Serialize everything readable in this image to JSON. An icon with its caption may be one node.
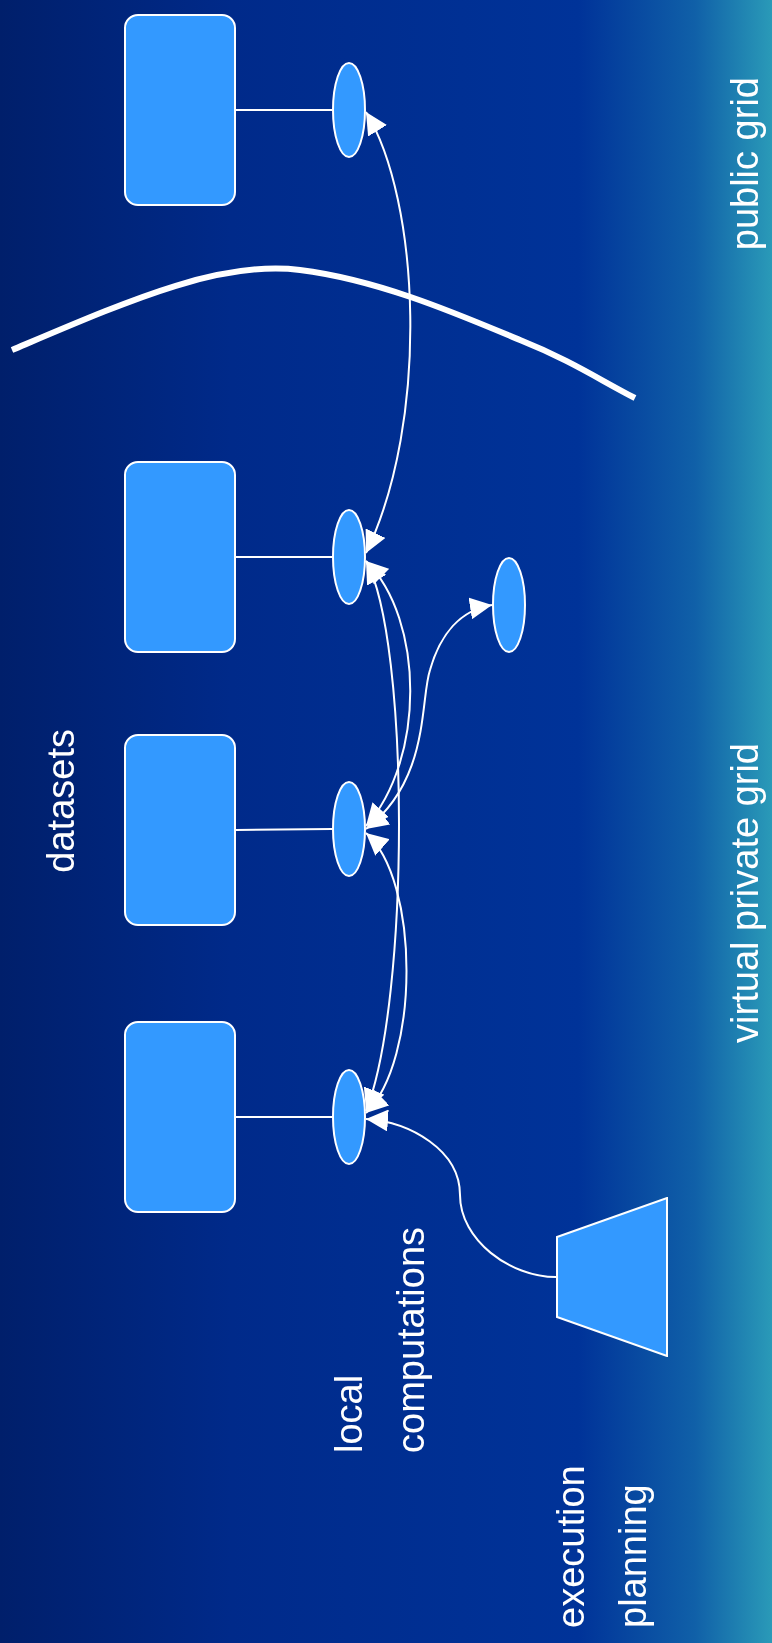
{
  "diagram": {
    "nodes": [
      {
        "text": [],
        "shape": "box"
      },
      {
        "text": [],
        "shape": "box"
      },
      {
        "text": [],
        "shape": "box"
      },
      {
        "text": [],
        "shape": "box"
      },
      {
        "text": [],
        "shape": "ellipse"
      },
      {
        "text": [],
        "shape": "ellipse"
      },
      {
        "text": [],
        "shape": "ellipse"
      },
      {
        "text": [],
        "shape": "ellipse"
      },
      {
        "text": [],
        "shape": "ellipse"
      },
      {
        "text": [],
        "shape": "trapezoid"
      }
    ],
    "edges": [
      {
        "from": 0,
        "to": 4,
        "arrow": "none"
      },
      {
        "from": 1,
        "to": 5,
        "arrow": "none"
      },
      {
        "from": 2,
        "to": 6,
        "arrow": "none"
      },
      {
        "from": 3,
        "to": 7,
        "arrow": "none"
      },
      {
        "from": 7,
        "to": 6,
        "arrow": "both"
      },
      {
        "from": 7,
        "to": 5,
        "arrow": "both"
      },
      {
        "from": 6,
        "to": 5,
        "arrow": "both"
      },
      {
        "from": 5,
        "to": 4,
        "arrow": "both"
      },
      {
        "from": 6,
        "to": 8,
        "arrow": "both"
      },
      {
        "from": 9,
        "to": 7,
        "arrow": "to"
      }
    ],
    "labels": [
      "public grid",
      "datasets",
      "virtual private grid",
      "local computations",
      "execution planning"
    ]
  }
}
